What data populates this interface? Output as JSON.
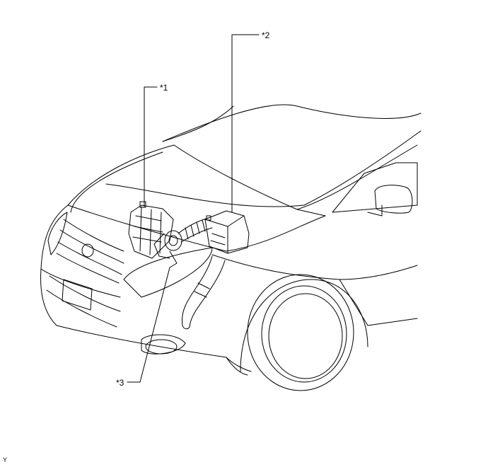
{
  "callouts": {
    "c1": "*1",
    "c2": "*2",
    "c3": "*3"
  },
  "figure_code": "Y"
}
